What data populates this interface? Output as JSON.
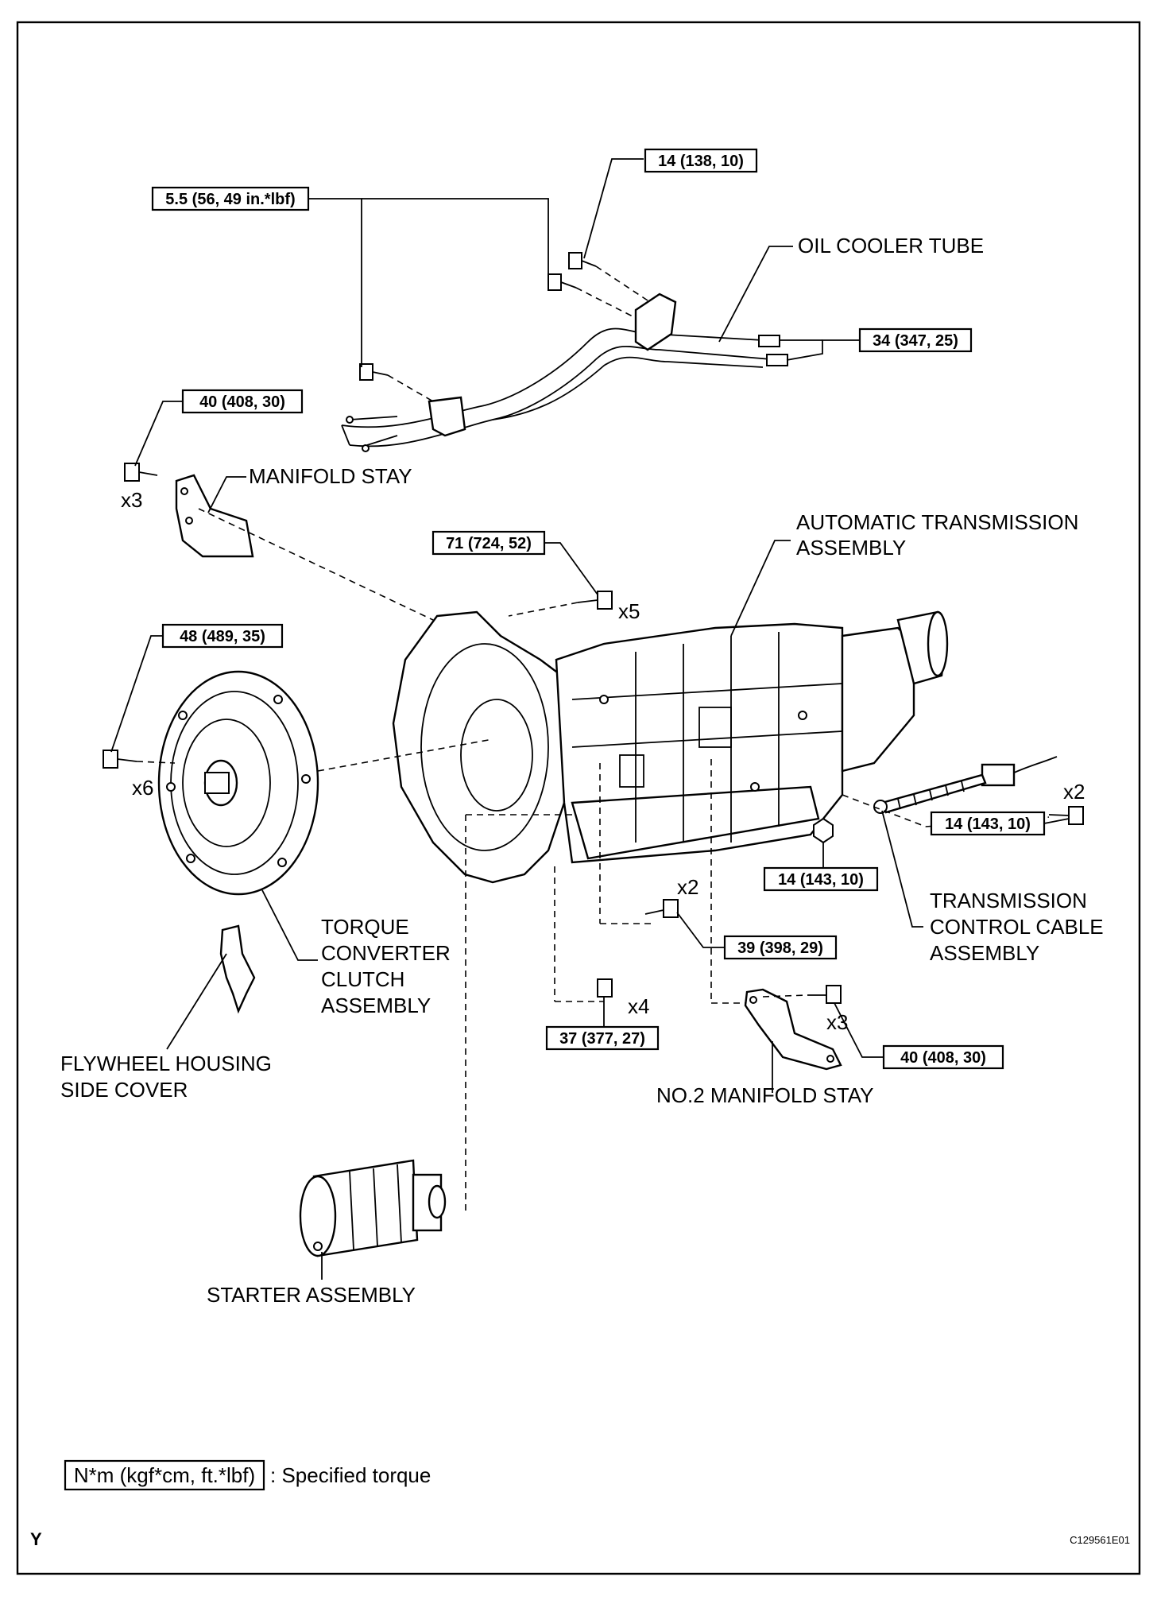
{
  "labels": {
    "oil_cooler_tube": "OIL COOLER TUBE",
    "manifold_stay": "MANIFOLD STAY",
    "automatic_transmission_1": "AUTOMATIC TRANSMISSION",
    "automatic_transmission_2": "ASSEMBLY",
    "torque_converter_1": "TORQUE",
    "torque_converter_2": "CONVERTER",
    "torque_converter_3": "CLUTCH",
    "torque_converter_4": "ASSEMBLY",
    "transmission_cable_1": "TRANSMISSION",
    "transmission_cable_2": "CONTROL CABLE",
    "transmission_cable_3": "ASSEMBLY",
    "flywheel_cover_1": "FLYWHEEL HOUSING",
    "flywheel_cover_2": "SIDE COVER",
    "no2_manifold_stay": "NO.2 MANIFOLD STAY",
    "starter_assembly": "STARTER ASSEMBLY"
  },
  "torques": {
    "t_14_138_10": "14 (138, 10)",
    "t_5_5_56_49": "5.5 (56, 49 in.*lbf)",
    "t_34_347_25": "34 (347, 25)",
    "t_40_408_30_top": "40 (408, 30)",
    "t_71_724_52": "71 (724, 52)",
    "t_48_489_35": "48 (489, 35)",
    "t_14_143_10_right": "14 (143, 10)",
    "t_14_143_10_mid": "14 (143, 10)",
    "t_39_398_29": "39 (398, 29)",
    "t_37_377_27": "37 (377, 27)",
    "t_40_408_30_bottom": "40 (408, 30)"
  },
  "quantities": {
    "q_x3_manifold": "x3",
    "q_x5": "x5",
    "q_x6": "x6",
    "q_x2_cable": "x2",
    "q_x2_lower": "x2",
    "q_x4": "x4",
    "q_x3_no2": "x3"
  },
  "legend": {
    "units": "N*m (kgf*cm, ft.*lbf)",
    "meaning": ": Specified torque"
  },
  "footer": {
    "mark": "Y",
    "code": "C129561E01"
  }
}
